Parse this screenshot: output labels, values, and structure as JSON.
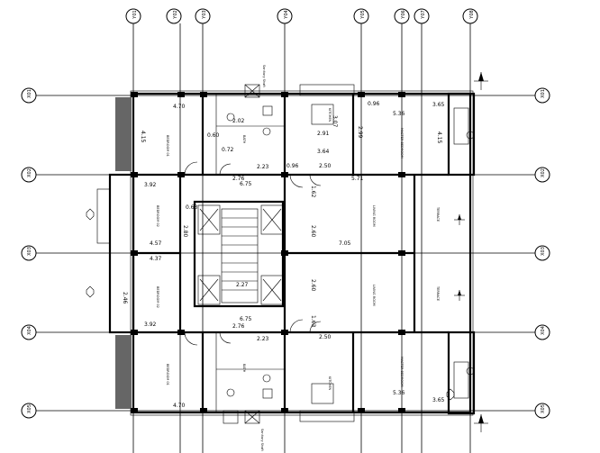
{
  "grid_columns": [
    "Y01",
    "Y02",
    "Y03",
    "Y04",
    "Y05",
    "Y06",
    "Y07",
    "Y08"
  ],
  "grid_rows": [
    "X01",
    "X02",
    "X03",
    "X04",
    "X05"
  ],
  "stair_labels": [
    "Sanitary Shaft",
    "Sanitary Shaft"
  ],
  "rooms": [
    {
      "key": "bed1_top",
      "label": "BEDROOM 01"
    },
    {
      "key": "bath_top",
      "label": "BATH"
    },
    {
      "key": "kitchen_top",
      "label": "KITCHEN"
    },
    {
      "key": "masterbed_top",
      "label": "MASTER BEDROOM"
    },
    {
      "key": "bed2_top",
      "label": "BEDROOM 02"
    },
    {
      "key": "living_top",
      "label": "LIVING ROOM"
    },
    {
      "key": "terrace_top",
      "label": "TERRACE"
    },
    {
      "key": "bed2_bot",
      "label": "BEDROOM 02"
    },
    {
      "key": "living_bot",
      "label": "LIVING ROOM"
    },
    {
      "key": "terrace_bot",
      "label": "TERRACE"
    },
    {
      "key": "bed1_bot",
      "label": "BEDROOM 01"
    },
    {
      "key": "bath_bot",
      "label": "BATH"
    },
    {
      "key": "kitchen_bot",
      "label": "KITCHEN"
    },
    {
      "key": "masterbed_bot",
      "label": "MASTER BEDROOM"
    }
  ],
  "dimensions": [
    "4.70",
    "4.15",
    "3.92",
    "6.75",
    "2.23",
    "2.76",
    "2.91",
    "3.64",
    "5.36",
    "3.65",
    "4.15",
    "2.50",
    "0.96",
    "5.71",
    "4.57",
    "4.37",
    "2.60",
    "7.05",
    "2.80",
    "2.46",
    "2.50",
    "1.62",
    "1.63",
    "3.07",
    "2.99",
    "2.02",
    "0.72",
    "0.96",
    "5.36",
    "3.65",
    "4.70",
    "6.75",
    "2.76",
    "2.23",
    "3.92",
    "0.60",
    "0.63",
    "2.27",
    "2.60"
  ]
}
